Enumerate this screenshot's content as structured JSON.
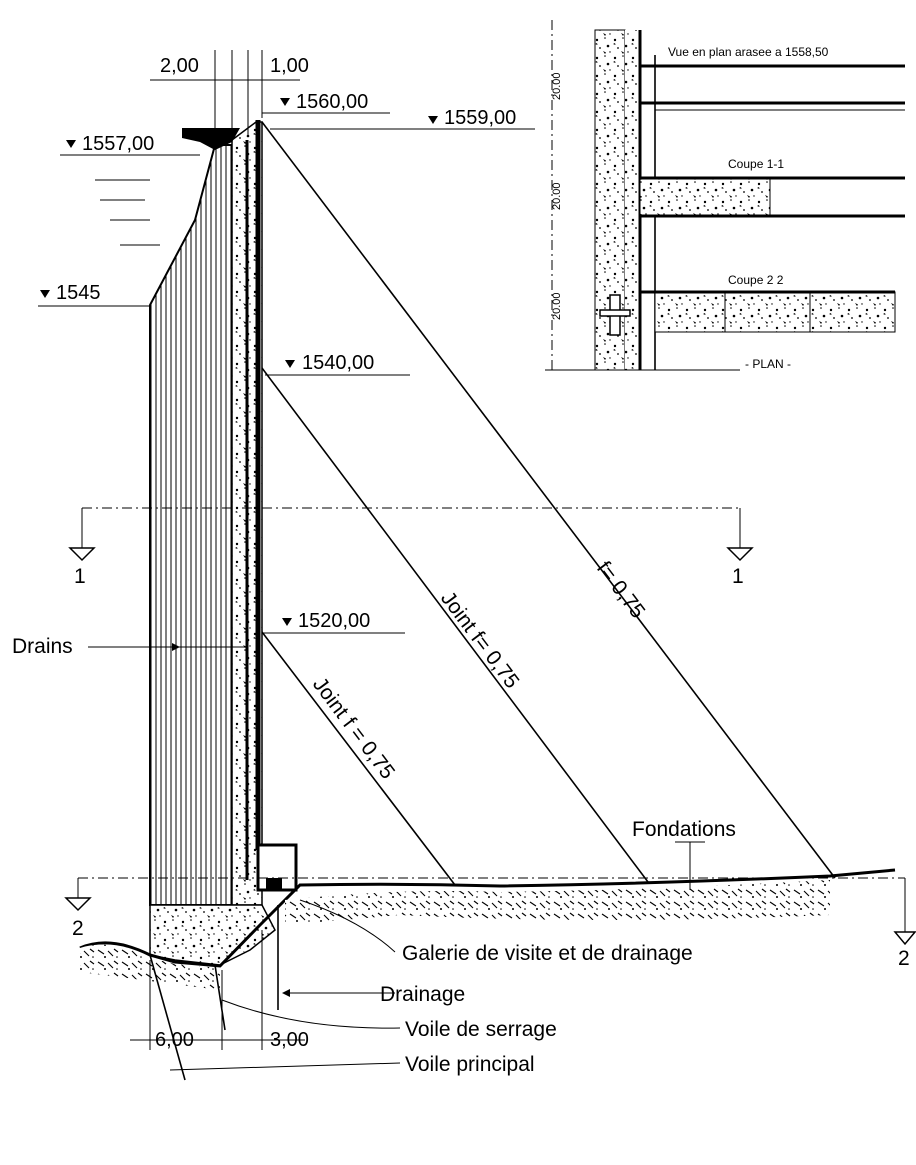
{
  "labels": {
    "dim_2": "2,00",
    "dim_1": "1,00",
    "elev_1560": "1560,00",
    "elev_1559": "1559,00",
    "elev_1557": "1557,00",
    "elev_1545": "1545",
    "elev_1540": "1540,00",
    "elev_1520": "1520,00",
    "section_1_left": "1",
    "section_1_right": "1",
    "section_2_left": "2",
    "section_2_right": "2",
    "drains": "Drains",
    "fondations": "Fondations",
    "joint_upper": "Joint f= 0,75",
    "joint_lower": "Joint f = 0,75",
    "face_slope": "f= 0,75",
    "galerie": "Galerie de visite et de drainage",
    "drainage": "Drainage",
    "voile_serrage": "Voile de serrage",
    "voile_principal": "Voile principal",
    "dim_6": "6,00",
    "dim_3": "3,00"
  },
  "plan": {
    "title_top": "Vue en plan arasee a 1558,50",
    "coupe_1": "Coupe 1-1",
    "coupe_2": "Coupe 2 2",
    "footer": "- PLAN -",
    "dim_a": "20.00",
    "dim_b": "20.00",
    "dim_c": "20.00"
  }
}
